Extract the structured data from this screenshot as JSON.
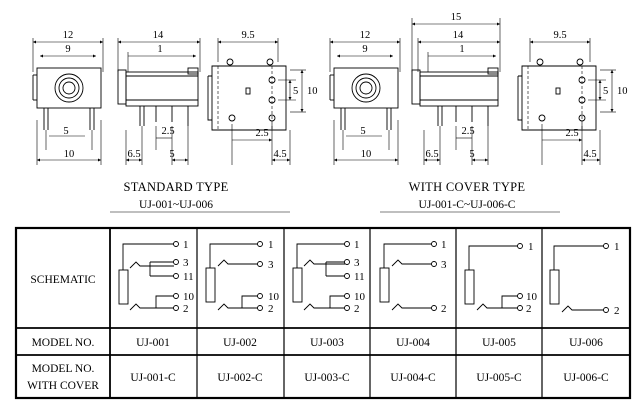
{
  "drawings": {
    "standard": {
      "front": {
        "top_width": "12",
        "inner_width": "9",
        "pin_spacing": "5",
        "bottom_width": "10"
      },
      "side": {
        "length": "14",
        "inner": "1",
        "left_offset": "6.5",
        "pin_a": "2.5",
        "pin_b": "5"
      },
      "bottom": {
        "width": "9.5",
        "height": "10",
        "inner": "5",
        "pin_a": "2.5",
        "pin_b": "4.5"
      },
      "title": "STANDARD TYPE",
      "subtitle": "UJ-001~UJ-006"
    },
    "cover": {
      "front": {
        "top_width": "12",
        "inner_width": "9",
        "pin_spacing": "5",
        "bottom_width": "10"
      },
      "side": {
        "overall": "15",
        "length": "14",
        "inner": "1",
        "left_offset": "6.5",
        "pin_a": "2.5",
        "pin_b": "5"
      },
      "bottom": {
        "width": "9.5",
        "height": "10",
        "inner": "5",
        "pin_a": "2.5",
        "pin_b": "4.5"
      },
      "title": "WITH COVER TYPE",
      "subtitle": "UJ-001-C~UJ-006-C"
    }
  },
  "table": {
    "row_headers": {
      "schematic": "SCHEMATIC",
      "model": "MODEL NO.",
      "cover_line1": "MODEL NO.",
      "cover_line2": "WITH COVER"
    },
    "models": [
      {
        "model": "UJ-001",
        "cover": "UJ-001-C",
        "pins": [
          "1",
          "3",
          "11",
          "10",
          "2"
        ]
      },
      {
        "model": "UJ-002",
        "cover": "UJ-002-C",
        "pins": [
          "1",
          "3",
          "10",
          "2"
        ]
      },
      {
        "model": "UJ-003",
        "cover": "UJ-003-C",
        "pins": [
          "1",
          "3",
          "11",
          "10",
          "2"
        ]
      },
      {
        "model": "UJ-004",
        "cover": "UJ-004-C",
        "pins": [
          "1",
          "3",
          "2"
        ]
      },
      {
        "model": "UJ-005",
        "cover": "UJ-005-C",
        "pins": [
          "1",
          "10",
          "2"
        ]
      },
      {
        "model": "UJ-006",
        "cover": "UJ-006-C",
        "pins": [
          "1",
          "2"
        ]
      }
    ]
  }
}
